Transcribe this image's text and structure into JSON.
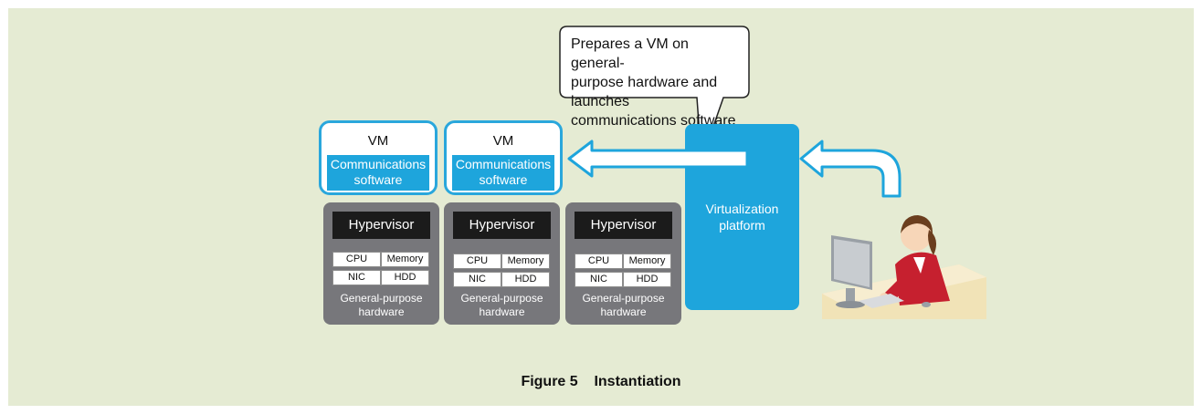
{
  "callout": {
    "line1": "Prepares a VM on general-",
    "line2": "purpose hardware and launches",
    "line3": "communications software"
  },
  "vms": [
    {
      "title": "VM",
      "sw_line1": "Communications",
      "sw_line2": "software"
    },
    {
      "title": "VM",
      "sw_line1": "Communications",
      "sw_line2": "software"
    }
  ],
  "hardware": [
    {
      "hypervisor": "Hypervisor",
      "cells": [
        "CPU",
        "Memory",
        "NIC",
        "HDD"
      ],
      "label_line1": "General-purpose",
      "label_line2": "hardware"
    },
    {
      "hypervisor": "Hypervisor",
      "cells": [
        "CPU",
        "Memory",
        "NIC",
        "HDD"
      ],
      "label_line1": "General-purpose",
      "label_line2": "hardware"
    },
    {
      "hypervisor": "Hypervisor",
      "cells": [
        "CPU",
        "Memory",
        "NIC",
        "HDD"
      ],
      "label_line1": "General-purpose",
      "label_line2": "hardware"
    }
  ],
  "platform": {
    "line1": "Virtualization",
    "line2": "platform"
  },
  "caption": "Figure 5    Instantiation",
  "colors": {
    "accent": "#1ea5dc",
    "panel": "#e5ebd3",
    "hardware": "#77777b",
    "hypervisor": "#1b1b1b"
  }
}
